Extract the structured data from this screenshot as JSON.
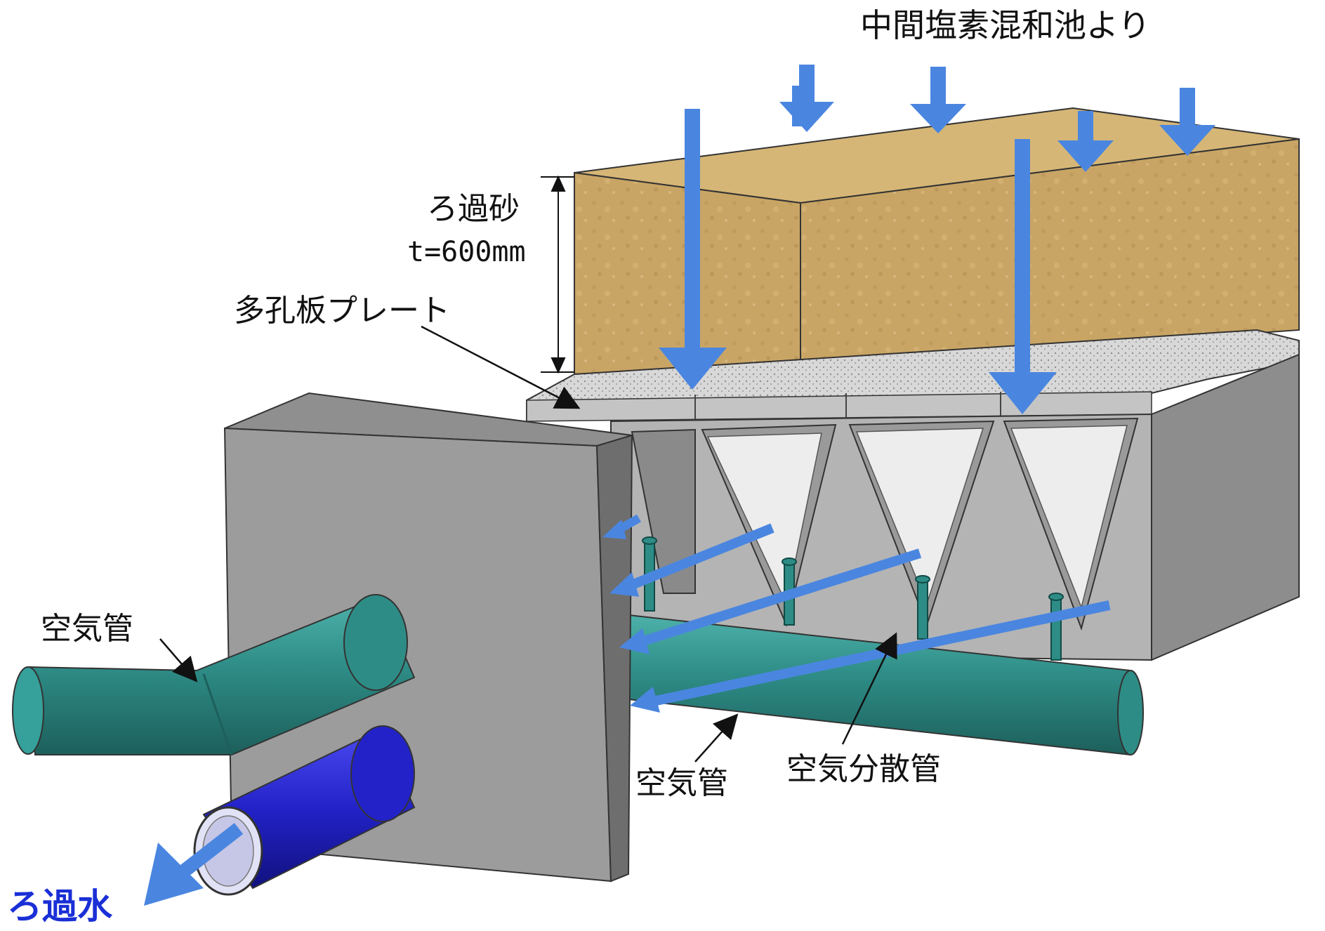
{
  "labels": {
    "source": "中間塩素混和池より",
    "sand_name": "ろ過砂",
    "sand_thickness": "t=600mm",
    "plate": "多孔板プレート",
    "air_pipe_left": "空気管",
    "air_pipe_bottom": "空気管",
    "diffuser": "空気分散管",
    "filtered_water": "ろ過水"
  },
  "colors": {
    "arrow": "#4a86e0",
    "sand": "#c9a565",
    "sand_top": "#d6b676",
    "plate": "#bdbdbd",
    "concrete": "#9c9c9c",
    "concrete_dark": "#7d7d7d",
    "air_pipe": "#2e8c86",
    "water_pipe": "#2222c8",
    "label_blue": "#1a2fd6"
  }
}
